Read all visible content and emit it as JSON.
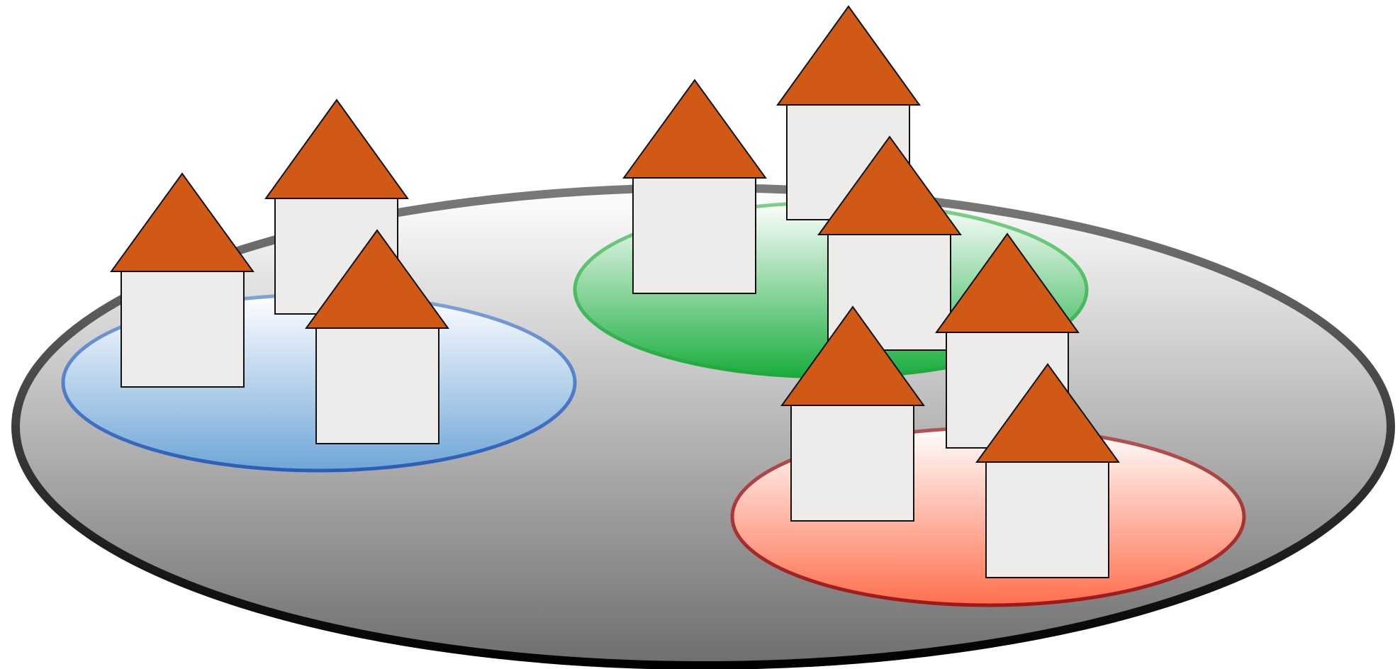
{
  "colors": {
    "background": "#ffffff",
    "base_top": "#ffffff",
    "base_bottom": "#6e6e6e",
    "base_stroke_top": "#7a7a7a",
    "base_stroke_bottom": "#000000",
    "blue_top": "#ffffff",
    "blue_bottom": "#6fa6d8",
    "blue_stroke": "#2a5db8",
    "green_top": "#ffffff",
    "green_bottom": "#1aad3e",
    "green_stroke": "#5cc46e",
    "red_top": "#ffffff",
    "red_bottom": "#ff6f4e",
    "red_stroke": "#a01818",
    "house_body": "#eeecea",
    "house_roof": "#d05a15",
    "outline": "#111111"
  },
  "regions": [
    {
      "name": "base-region",
      "fill": "base",
      "description_icon": "large-grey-disc"
    },
    {
      "name": "blue-region",
      "fill": "blue",
      "description_icon": "blue-disc"
    },
    {
      "name": "green-region",
      "fill": "green",
      "description_icon": "green-disc"
    },
    {
      "name": "red-region",
      "fill": "red",
      "description_icon": "red-disc"
    }
  ],
  "houses": [
    {
      "name": "house-left-back",
      "icon": "house-icon"
    },
    {
      "name": "house-left-front",
      "icon": "house-icon"
    },
    {
      "name": "house-left-center",
      "icon": "house-icon"
    },
    {
      "name": "house-center-left",
      "icon": "house-icon"
    },
    {
      "name": "house-center-top",
      "icon": "house-icon"
    },
    {
      "name": "house-center-middle",
      "icon": "house-icon"
    },
    {
      "name": "house-right-middle",
      "icon": "house-icon"
    },
    {
      "name": "house-center-lower",
      "icon": "house-icon"
    },
    {
      "name": "house-right-lower",
      "icon": "house-icon"
    }
  ]
}
